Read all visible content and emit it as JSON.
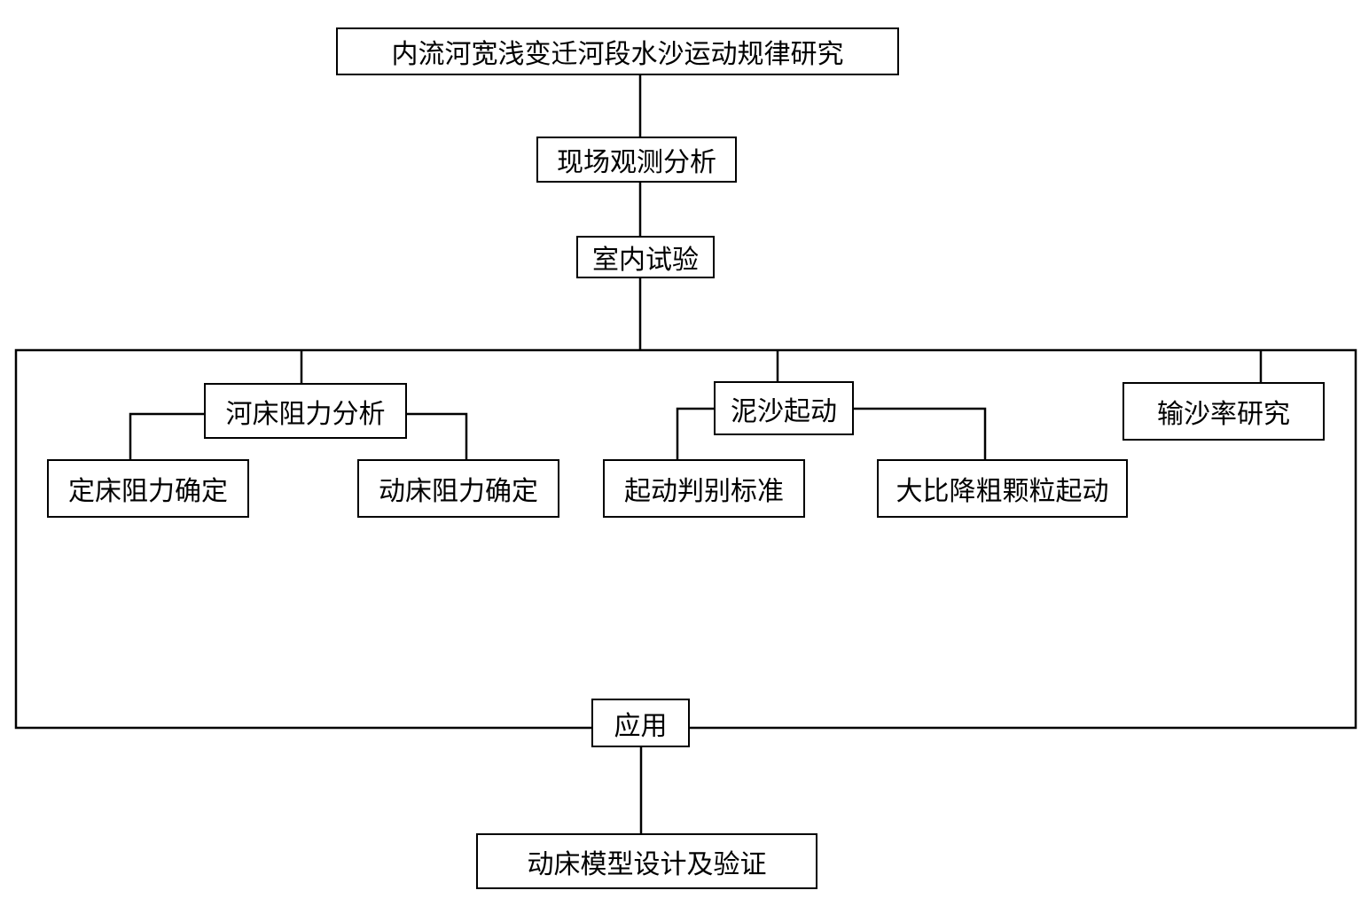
{
  "diagram": {
    "main": "内流河宽浅变迁河段水沙运动规律研究",
    "field": "现场观测分析",
    "lab": "室内试验",
    "resistance": "河床阻力分析",
    "sediment": "泥沙起动",
    "transport": "输沙率研究",
    "fixed_bed": "定床阻力确定",
    "movable_bed": "动床阻力确定",
    "criterion": "起动判别标准",
    "coarse": "大比降粗颗粒起动",
    "application": "应用",
    "model": "动床模型设计及验证"
  }
}
